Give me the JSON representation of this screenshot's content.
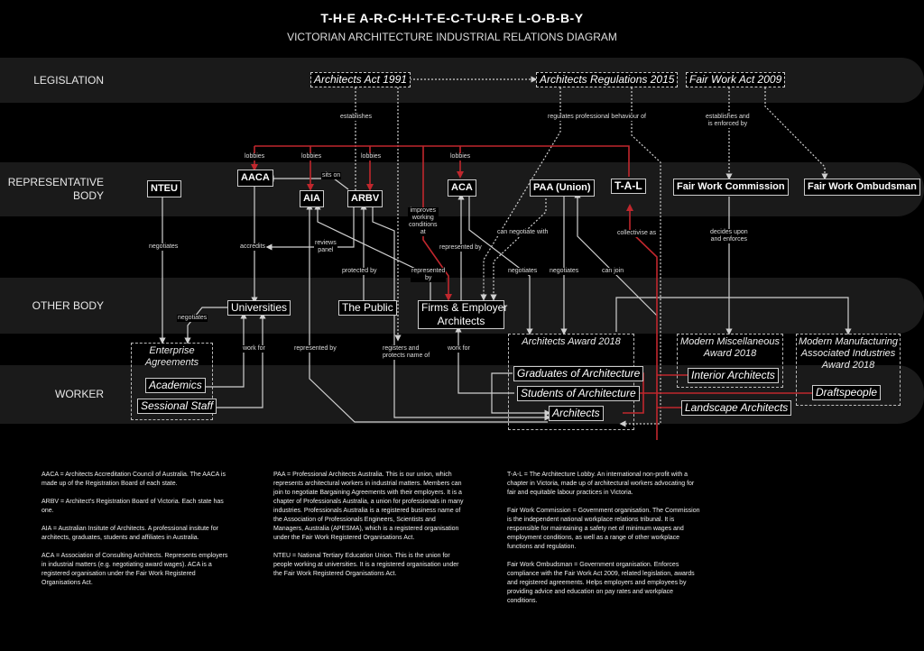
{
  "header": {
    "title": "T-H-E A-R-C-H-I-T-E-C-T-U-R-E L-O-B-B-Y",
    "subtitle": "VICTORIAN ARCHITECTURE INDUSTRIAL RELATIONS DIAGRAM"
  },
  "rows": {
    "legislation": "LEGISLATION",
    "representative_1": "REPRESENTATIVE",
    "representative_2": "BODY",
    "other_body": "OTHER BODY",
    "worker": "WORKER"
  },
  "legislation": {
    "architects_act": "Architects Act 1991",
    "architects_regulations": "Architects Regulations 2015",
    "fair_work_act": "Fair Work Act 2009"
  },
  "bodies": {
    "nteu": "NTEU",
    "aaca": "AACA",
    "aia": "AIA",
    "arbv": "ARBV",
    "aca": "ACA",
    "paa": "PAA (Union)",
    "tal": "T-A-L",
    "fwc": "Fair Work Commission",
    "fwo": "Fair Work Ombudsman"
  },
  "other_bodies": {
    "universities": "Universities",
    "public": "The Public",
    "firms_1": "Firms & Employer",
    "firms_2": "Architects"
  },
  "agreements": {
    "enterprise_1": "Enterprise",
    "enterprise_2": "Agreements",
    "architects_award": "Architects Award 2018",
    "misc_award_1": "Modern Miscellaneous",
    "misc_award_2": "Award 2018",
    "manuf_award_1": "Modern Manufacturing",
    "manuf_award_2": "Associated Industries",
    "manuf_award_3": "Award 2018"
  },
  "workers": {
    "academics": "Academics",
    "sessional": "Sessional Staff",
    "graduates": "Graduates of Architecture",
    "students": "Students of Architecture",
    "architects": "Architects",
    "interior": "Interior Architects",
    "landscape": "Landscape Architects",
    "draftspeople": "Draftspeople"
  },
  "edge_labels": {
    "establishes": "establishes",
    "regulates": "regulates professional behaviour of",
    "fw_establishes_1": "establishes and",
    "fw_establishes_2": "is enforced by",
    "lobbies": "lobbies",
    "sits_on": "sits on",
    "improves_1": "improves",
    "improves_2": "working",
    "improves_3": "conditions",
    "improves_4": "at",
    "negotiates": "negotiates",
    "accredits": "accredits",
    "reviews_1": "reviews",
    "reviews_2": "panel",
    "protected_by": "protected by",
    "represented_by": "represented by",
    "represented_1": "represented",
    "represented_2": "by",
    "can_negotiate": "can negotiate with",
    "can_join": "can join",
    "collectivise": "collectivise as",
    "decides_1": "decides upon",
    "decides_2": "and enforces",
    "work_for": "work for",
    "registers_1": "registers and",
    "registers_2": "protects name of"
  },
  "notes": {
    "col1": [
      "AACA = Architects Accreditation Council of Australia. The AACA is made up of the Registration Board of each state.",
      "ARBV = Architect's Registration Board of Victoria. Each state has one.",
      "AIA = Australian Insitute of Architects. A professional insitute for architects, graduates, students and affiliates in Australia.",
      "ACA = Association of Consulting Architects. Represents employers in industrial matters (e.g. negotiating award wages). ACA is a registered organisation under the Fair Work Registered Organisations Act."
    ],
    "col2": [
      "PAA = Professional Architects Australia. This is our union, which represents architectural workers in industrial matters. Members can join to negotiate Bargaining Agreements with their employers. It is a chapter of Professionals Australia, a union for professionals in many industries. Professionals Australia is a registered business name of the Association of Professionals Engineers, Scientists and Managers, Australia (APESMA), which is a registered organisation under the Fair Work Registered Organisations Act.",
      "NTEU = National Tertiary Education Union. This is the union for people working at universities. It is a registered organisation under the Fair Work Registered Organisations Act."
    ],
    "col3": [
      "T-A-L = The Architecture Lobby. An international non-profit with a chapter in Victoria, made up of architectural workers advocating for fair and equitable labour practices in Victoria.",
      "Fair Work Commission = Government organisation. The Commission is the independent national workplace relations tribunal. It is responsible for maintaining a safety net of minimum wages and employment conditions, as well as a range of other workplace functions and regulation.",
      "Fair Work Ombudsman = Government organisation. Enforces compliance with the Fair Work Act 2009, related legislation, awards and registered agreements. Helps employers and employees by providing advice and education on pay rates and workplace conditions."
    ]
  },
  "colors": {
    "background": "#000000",
    "band": "#1a1a1a",
    "line": "#d0d0d0",
    "accent_red": "#c0272d"
  }
}
